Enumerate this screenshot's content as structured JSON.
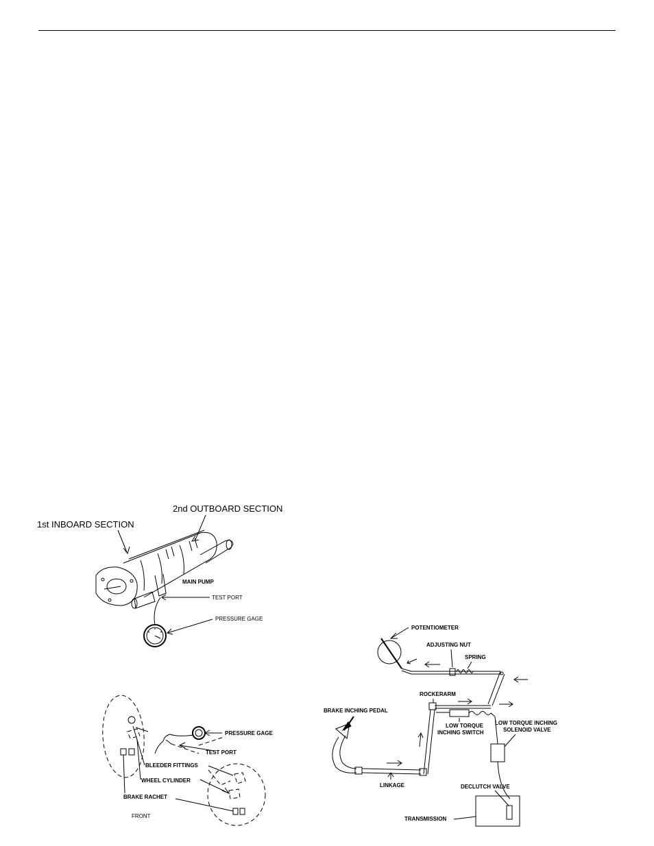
{
  "figure_pump": {
    "labels": {
      "outboard": "2nd OUTBOARD SECTION",
      "inboard": "1st INBOARD SECTION",
      "main_pump": "MAIN PUMP",
      "test_port": "TEST PORT",
      "pressure_gage": "PRESSURE GAGE"
    }
  },
  "figure_brake": {
    "labels": {
      "pressure_gage": "PRESSURE GAGE",
      "test_port": "TEST PORT",
      "bleeder_fittings": "BLEEDER FITTINGS",
      "wheel_cylinder": "WHEEL CYLINDER",
      "brake_rachet": "BRAKE RACHET",
      "front": "FRONT"
    }
  },
  "figure_inching": {
    "labels": {
      "potentiometer": "POTENTIOMETER",
      "adjusting_nut": "ADJUSTING NUT",
      "spring": "SPRING",
      "rockerarm": "ROCKERARM",
      "brake_inching_pedal": "BRAKE INCHING PEDAL",
      "low_torque_solenoid_1": "LOW TORQUE INCHING",
      "low_torque_solenoid_2": "SOLENOID VALVE",
      "low_torque_switch_1": "LOW TORQUE",
      "low_torque_switch_2": "INCHING SWITCH",
      "linkage": "LINKAGE",
      "declutch_valve": "DECLUTCH VALVE",
      "transmission": "TRANSMISSION"
    }
  }
}
